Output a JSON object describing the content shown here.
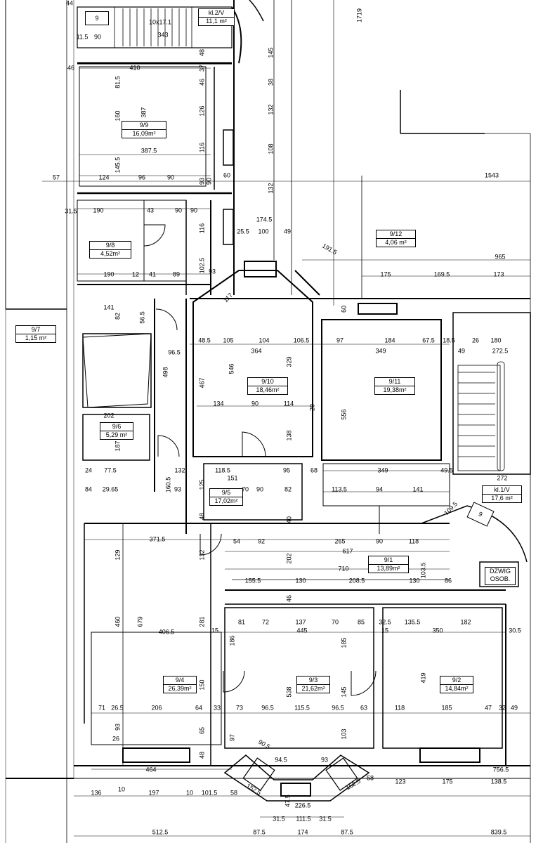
{
  "rooms": [
    {
      "id": "r9-12v",
      "number": "kl.2/V",
      "area": "11,1 m²"
    },
    {
      "id": "r9-9",
      "number": "9/9",
      "area": "16,09m²"
    },
    {
      "id": "r9-8",
      "number": "9/8",
      "area": "4,52m²"
    },
    {
      "id": "r9-7",
      "number": "9/7",
      "area": "1,15 m²"
    },
    {
      "id": "r9-12",
      "number": "9/12",
      "area": "4,06 m²"
    },
    {
      "id": "r9-10",
      "number": "9/10",
      "area": "18,46m²"
    },
    {
      "id": "r9-11",
      "number": "9/11",
      "area": "19,38m²"
    },
    {
      "id": "r9-6",
      "number": "9/6",
      "area": "5,29 m²"
    },
    {
      "id": "r9-5",
      "number": "9/5",
      "area": "17,02m²"
    },
    {
      "id": "rkl1",
      "number": "kl.1/V",
      "area": "17,6 m²"
    },
    {
      "id": "r9-1",
      "number": "9/1",
      "area": "13,89m²"
    },
    {
      "id": "r9-4",
      "number": "9/4",
      "area": "26,39m²"
    },
    {
      "id": "r9-3",
      "number": "9/3",
      "area": "21,62m²"
    },
    {
      "id": "r9-2",
      "number": "9/2",
      "area": "14,84m²"
    }
  ],
  "labels": {
    "stair_num_top": "9",
    "stair_size": "10x17.1",
    "lift_num": "9",
    "lift_line1": "DZWIG",
    "lift_line2": "OSOB."
  },
  "dims": [
    {
      "t": "44"
    },
    {
      "t": "11.5"
    },
    {
      "t": "90"
    },
    {
      "t": "343"
    },
    {
      "t": "1719"
    },
    {
      "t": "46"
    },
    {
      "t": "410"
    },
    {
      "t": "37"
    },
    {
      "t": "48"
    },
    {
      "t": "145"
    },
    {
      "t": "81.5"
    },
    {
      "t": "387"
    },
    {
      "t": "46"
    },
    {
      "t": "38"
    },
    {
      "t": "160"
    },
    {
      "t": "126"
    },
    {
      "t": "132"
    },
    {
      "t": "387.5"
    },
    {
      "t": "116"
    },
    {
      "t": "108"
    },
    {
      "t": "145.5"
    },
    {
      "t": "57"
    },
    {
      "t": "124"
    },
    {
      "t": "96"
    },
    {
      "t": "90"
    },
    {
      "t": "93"
    },
    {
      "t": "90"
    },
    {
      "t": "60"
    },
    {
      "t": "1543"
    },
    {
      "t": "132"
    },
    {
      "t": "31.5"
    },
    {
      "t": "190"
    },
    {
      "t": "43"
    },
    {
      "t": "90"
    },
    {
      "t": "90"
    },
    {
      "t": "174.5"
    },
    {
      "t": "25.5"
    },
    {
      "t": "100"
    },
    {
      "t": "49"
    },
    {
      "t": "116"
    },
    {
      "t": "191.5"
    },
    {
      "t": "965"
    },
    {
      "t": "190"
    },
    {
      "t": "12"
    },
    {
      "t": "41"
    },
    {
      "t": "89"
    },
    {
      "t": "93"
    },
    {
      "t": "102.5"
    },
    {
      "t": "175"
    },
    {
      "t": "169.5"
    },
    {
      "t": "173"
    },
    {
      "t": "117"
    },
    {
      "t": "141"
    },
    {
      "t": "82"
    },
    {
      "t": "56.5"
    },
    {
      "t": "48.5"
    },
    {
      "t": "105"
    },
    {
      "t": "104"
    },
    {
      "t": "106.5"
    },
    {
      "t": "97"
    },
    {
      "t": "184"
    },
    {
      "t": "67.5"
    },
    {
      "t": "18.5"
    },
    {
      "t": "26"
    },
    {
      "t": "180"
    },
    {
      "t": "364"
    },
    {
      "t": "349"
    },
    {
      "t": "49"
    },
    {
      "t": "272.5"
    },
    {
      "t": "96.5"
    },
    {
      "t": "498"
    },
    {
      "t": "467"
    },
    {
      "t": "546"
    },
    {
      "t": "329"
    },
    {
      "t": "556"
    },
    {
      "t": "134"
    },
    {
      "t": "90"
    },
    {
      "t": "114"
    },
    {
      "t": "202"
    },
    {
      "t": "187"
    },
    {
      "t": "138"
    },
    {
      "t": "24"
    },
    {
      "t": "77.5"
    },
    {
      "t": "132"
    },
    {
      "t": "118.5"
    },
    {
      "t": "95"
    },
    {
      "t": "68"
    },
    {
      "t": "349"
    },
    {
      "t": "49.5"
    },
    {
      "t": "272"
    },
    {
      "t": "84"
    },
    {
      "t": "29.65"
    },
    {
      "t": "160.5"
    },
    {
      "t": "93"
    },
    {
      "t": "125"
    },
    {
      "t": "151"
    },
    {
      "t": "70"
    },
    {
      "t": "90"
    },
    {
      "t": "82"
    },
    {
      "t": "113.5"
    },
    {
      "t": "94"
    },
    {
      "t": "141"
    },
    {
      "t": "109.5"
    },
    {
      "t": "371.5"
    },
    {
      "t": "54"
    },
    {
      "t": "92"
    },
    {
      "t": "265"
    },
    {
      "t": "90"
    },
    {
      "t": "118"
    },
    {
      "t": "617"
    },
    {
      "t": "710"
    },
    {
      "t": "155.5"
    },
    {
      "t": "130"
    },
    {
      "t": "208.5"
    },
    {
      "t": "130"
    },
    {
      "t": "86"
    },
    {
      "t": "129"
    },
    {
      "t": "132"
    },
    {
      "t": "202"
    },
    {
      "t": "103.5"
    },
    {
      "t": "81"
    },
    {
      "t": "72"
    },
    {
      "t": "137"
    },
    {
      "t": "70"
    },
    {
      "t": "85"
    },
    {
      "t": "32.5"
    },
    {
      "t": "135.5"
    },
    {
      "t": "182"
    },
    {
      "t": "406.5"
    },
    {
      "t": "15"
    },
    {
      "t": "445"
    },
    {
      "t": "15"
    },
    {
      "t": "350"
    },
    {
      "t": "30.5"
    },
    {
      "t": "460"
    },
    {
      "t": "679"
    },
    {
      "t": "281"
    },
    {
      "t": "186"
    },
    {
      "t": "185"
    },
    {
      "t": "419"
    },
    {
      "t": "150"
    },
    {
      "t": "538"
    },
    {
      "t": "145"
    },
    {
      "t": "71"
    },
    {
      "t": "26.5"
    },
    {
      "t": "206"
    },
    {
      "t": "64"
    },
    {
      "t": "33"
    },
    {
      "t": "73"
    },
    {
      "t": "96.5"
    },
    {
      "t": "115.5"
    },
    {
      "t": "96.5"
    },
    {
      "t": "63"
    },
    {
      "t": "118"
    },
    {
      "t": "185"
    },
    {
      "t": "47"
    },
    {
      "t": "32"
    },
    {
      "t": "49"
    },
    {
      "t": "93"
    },
    {
      "t": "97"
    },
    {
      "t": "103"
    },
    {
      "t": "90.5"
    },
    {
      "t": "94.5"
    },
    {
      "t": "93"
    },
    {
      "t": "464"
    },
    {
      "t": "756.5"
    },
    {
      "t": "136"
    },
    {
      "t": "10"
    },
    {
      "t": "197"
    },
    {
      "t": "10"
    },
    {
      "t": "101.5"
    },
    {
      "t": "58"
    },
    {
      "t": "152.5"
    },
    {
      "t": "152.5"
    },
    {
      "t": "58"
    },
    {
      "t": "123"
    },
    {
      "t": "175"
    },
    {
      "t": "138.5"
    },
    {
      "t": "226.5"
    },
    {
      "t": "47.5"
    },
    {
      "t": "31.5"
    },
    {
      "t": "111.5"
    },
    {
      "t": "31.5"
    },
    {
      "t": "512.5"
    },
    {
      "t": "87.5"
    },
    {
      "t": "174"
    },
    {
      "t": "87.5"
    },
    {
      "t": "839.5"
    },
    {
      "t": "48"
    },
    {
      "t": "65"
    },
    {
      "t": "48"
    },
    {
      "t": "26"
    },
    {
      "t": "46"
    },
    {
      "t": "40"
    },
    {
      "t": "60"
    },
    {
      "t": "20"
    }
  ]
}
